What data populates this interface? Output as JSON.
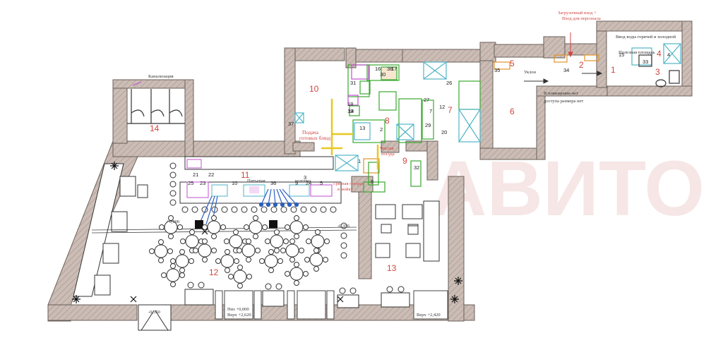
{
  "rooms": [
    {
      "id": "1",
      "label": "1"
    },
    {
      "id": "2",
      "label": "2"
    },
    {
      "id": "3",
      "label": "3"
    },
    {
      "id": "4",
      "label": "4"
    },
    {
      "id": "5",
      "label": "5"
    },
    {
      "id": "6",
      "label": "6"
    },
    {
      "id": "7",
      "label": "7"
    },
    {
      "id": "8",
      "label": "8"
    },
    {
      "id": "9",
      "label": "9"
    },
    {
      "id": "10",
      "label": "10"
    },
    {
      "id": "11",
      "label": "11"
    },
    {
      "id": "12",
      "label": "12"
    },
    {
      "id": "13",
      "label": "13"
    },
    {
      "id": "14",
      "label": "14"
    }
  ],
  "notes": {
    "entrance_top": "Загрузочный вход +",
    "entrance_staff": "Вход для персонала",
    "water_inlet": "Ввод воды горячей и холодной",
    "useful_area": "Полезная площадь",
    "utility_right": "В помещении нет",
    "utility_right2": "доступа размера нет",
    "sewer": "Канализация",
    "corner": "Уклон",
    "serving_1": "Подача",
    "serving_2": "готовых блюд",
    "dirty_1": "Грязная посуда",
    "dirty_2": "в мойку",
    "clean_1": "Чистая",
    "clean_2": "посуда",
    "drink_1": "Питьевая",
    "drink_2": "колонна",
    "level_zero": "+0,000",
    "level_neg": "-0,350",
    "level_neg_full": "-0,350",
    "window_top": "Верх +2,620",
    "window_bottom": "Низ +0,000",
    "window_top2": "Верх +2,420",
    "watermark": "АВИТО"
  },
  "equipment_numbers": [
    "1",
    "2",
    "3",
    "4",
    "5",
    "7",
    "8",
    "9",
    "10",
    "12",
    "13",
    "14",
    "15",
    "16",
    "17",
    "18",
    "19",
    "20",
    "21",
    "22",
    "23",
    "24",
    "25",
    "26",
    "27",
    "29",
    "30",
    "31",
    "32",
    "33",
    "34",
    "35",
    "36",
    "37",
    "38"
  ],
  "colors": {
    "wall": "#c4b6ae",
    "wall_edge": "#6a5f5a",
    "room_number": "#d0453f",
    "cyan": "#4fb6c8",
    "green": "#3aa830",
    "magenta": "#c24fd0",
    "orange": "#e0932b",
    "watermark": "#e2a8a8"
  }
}
